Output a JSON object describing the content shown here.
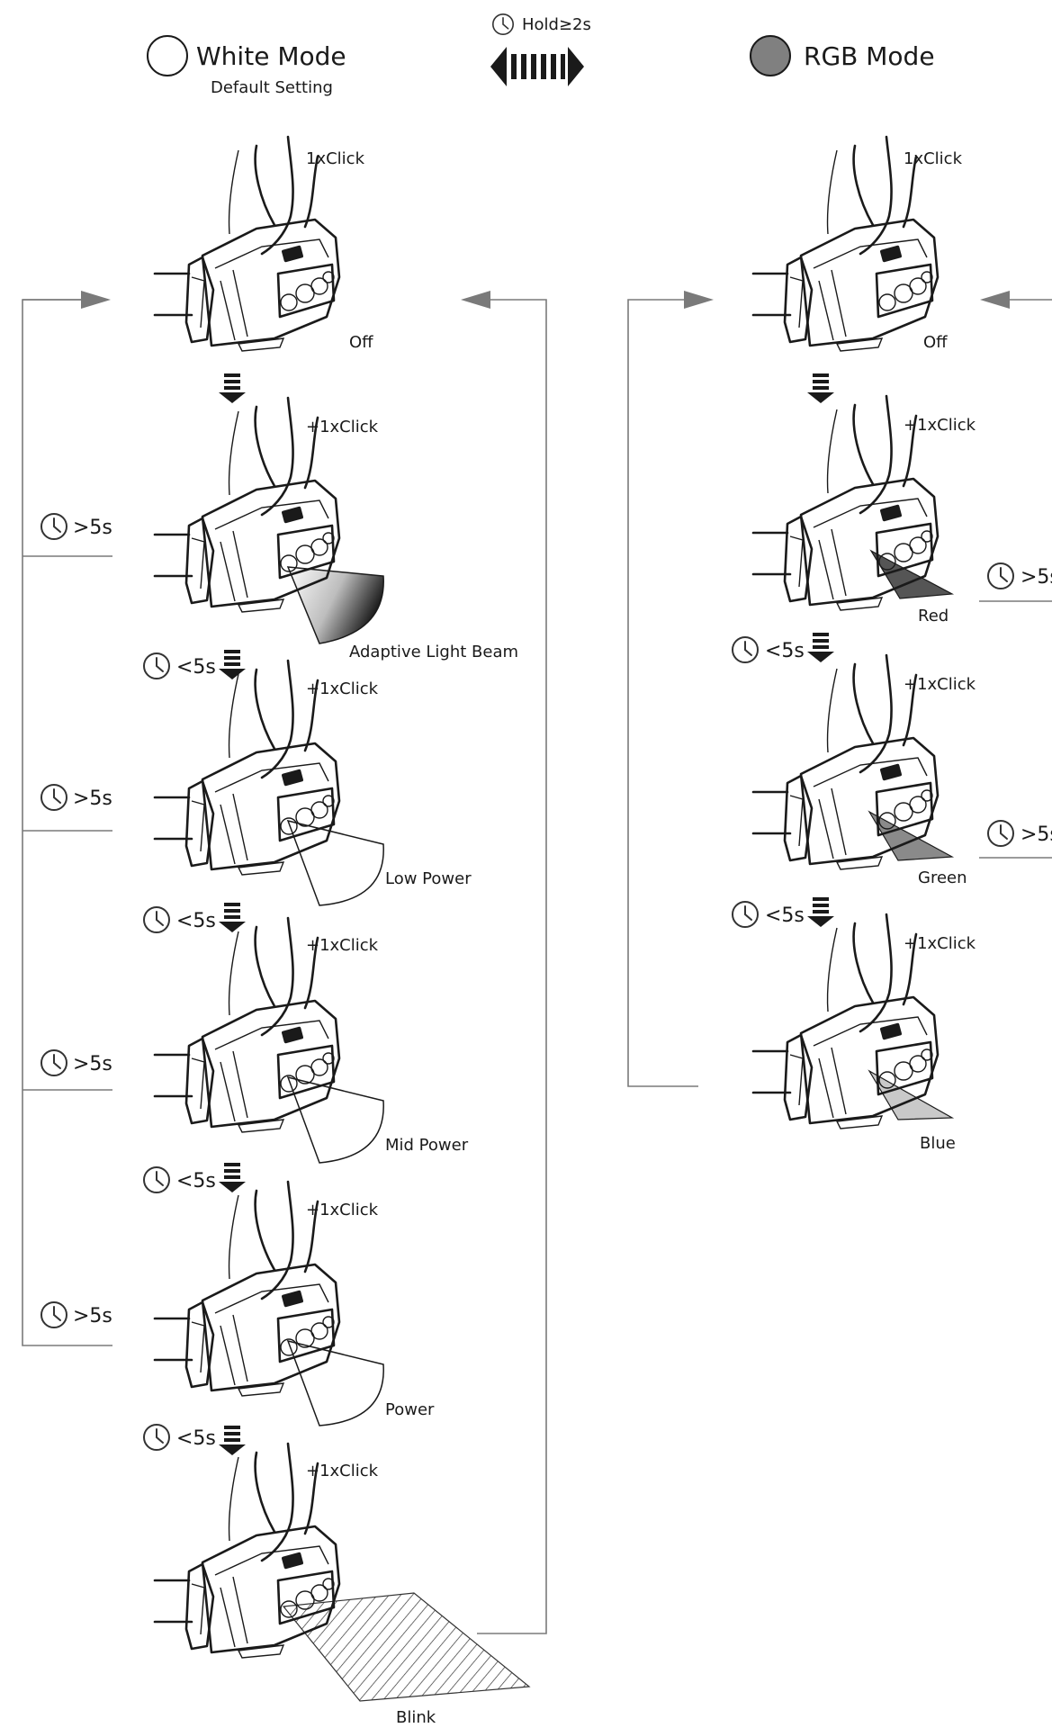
{
  "header": {
    "white_mode": "White Mode",
    "default_setting": "Default Setting",
    "hold": "Hold≥2s",
    "rgb_mode": "RGB Mode"
  },
  "colors": {
    "line": "#7a7a7a",
    "ink": "#1a1a1a",
    "rgb_circle": "#808080",
    "red_beam": "#555555",
    "green_beam": "#8a8a8a",
    "blue_beam": "#c9c9c9"
  },
  "white_sequence": [
    {
      "click": "1xClick",
      "mode": "Off"
    },
    {
      "click": "+1xClick",
      "mode": "Adaptive Light Beam"
    },
    {
      "click": "+1xClick",
      "mode": "Low Power"
    },
    {
      "click": "+1xClick",
      "mode": "Mid Power"
    },
    {
      "click": "+1xClick",
      "mode": "Power"
    },
    {
      "click": "+1xClick",
      "mode": "Blink"
    }
  ],
  "rgb_sequence": [
    {
      "click": "1xClick",
      "mode": "Off"
    },
    {
      "click": "+1xClick",
      "mode": "Red"
    },
    {
      "click": "+1xClick",
      "mode": "Green"
    },
    {
      "click": "+1xClick",
      "mode": "Blue"
    }
  ],
  "timers": {
    "less": "<5s",
    "more": ">5s"
  },
  "icons": [
    "clock-icon",
    "down-arrow-icon",
    "double-arrow-icon",
    "headlamp-icon"
  ]
}
